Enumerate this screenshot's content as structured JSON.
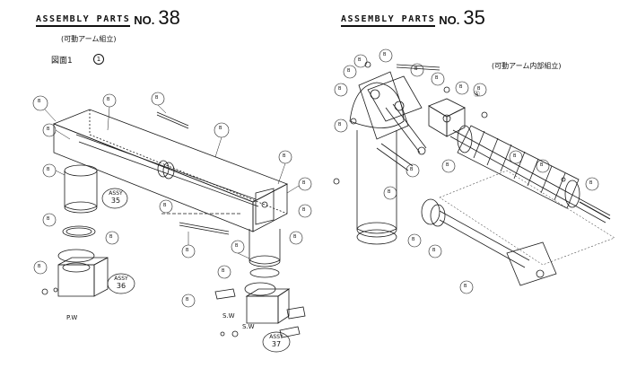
{
  "left_sheet": {
    "title": "ASSEMBLY PARTS",
    "no_label": "NO.",
    "number": "38",
    "subtitle": "(可動アーム組立)",
    "figure_note": "図面1",
    "figure_circle": "1",
    "assy_notes": [
      {
        "line1": "ASSY",
        "line2": "35"
      },
      {
        "line1": "ASSY",
        "line2": "36"
      },
      {
        "line1": "ASSY",
        "line2": "37"
      }
    ],
    "callouts": [
      "B",
      "B",
      "B",
      "B",
      "B",
      "B",
      "B",
      "B",
      "B",
      "B",
      "B",
      "B",
      "B",
      "B",
      "B",
      "B",
      "B",
      "B"
    ],
    "text_marks": [
      "S.W",
      "S.W",
      "P.W"
    ]
  },
  "right_sheet": {
    "title": "ASSEMBLY PARTS",
    "no_label": "NO.",
    "number": "35",
    "subtitle": "(可動アーム内部組立)",
    "callouts": [
      "B",
      "B",
      "B",
      "B",
      "B",
      "B",
      "B",
      "B",
      "B",
      "B",
      "B",
      "B",
      "B",
      "B",
      "B",
      "B",
      "B",
      "B"
    ],
    "text_marks": [
      "Ⓐ"
    ]
  },
  "style": {
    "line_color": "#1a1a1a",
    "paper_color": "#ffffff"
  }
}
